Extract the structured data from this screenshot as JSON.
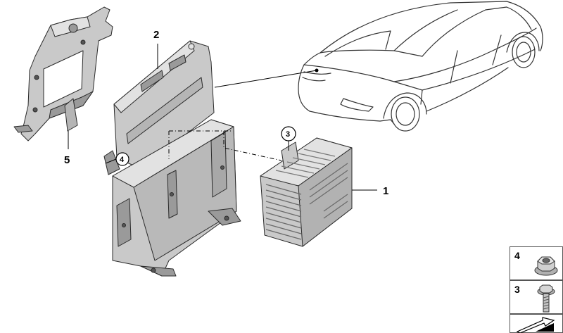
{
  "callouts": {
    "item1": "1",
    "item2": "2",
    "item3": "3",
    "item4": "4",
    "item5": "5"
  },
  "legend": [
    {
      "number": "4",
      "icon": "hex-flange-nut-icon"
    },
    {
      "number": "3",
      "icon": "hex-bolt-icon"
    },
    {
      "number": "",
      "icon": "arrow-icon"
    }
  ],
  "colors": {
    "part_fill": "#c9c9c9",
    "part_shade": "#9a9a9a",
    "part_light": "#e2e2e2",
    "outline": "#2a2a2a",
    "car_line": "#333333"
  }
}
